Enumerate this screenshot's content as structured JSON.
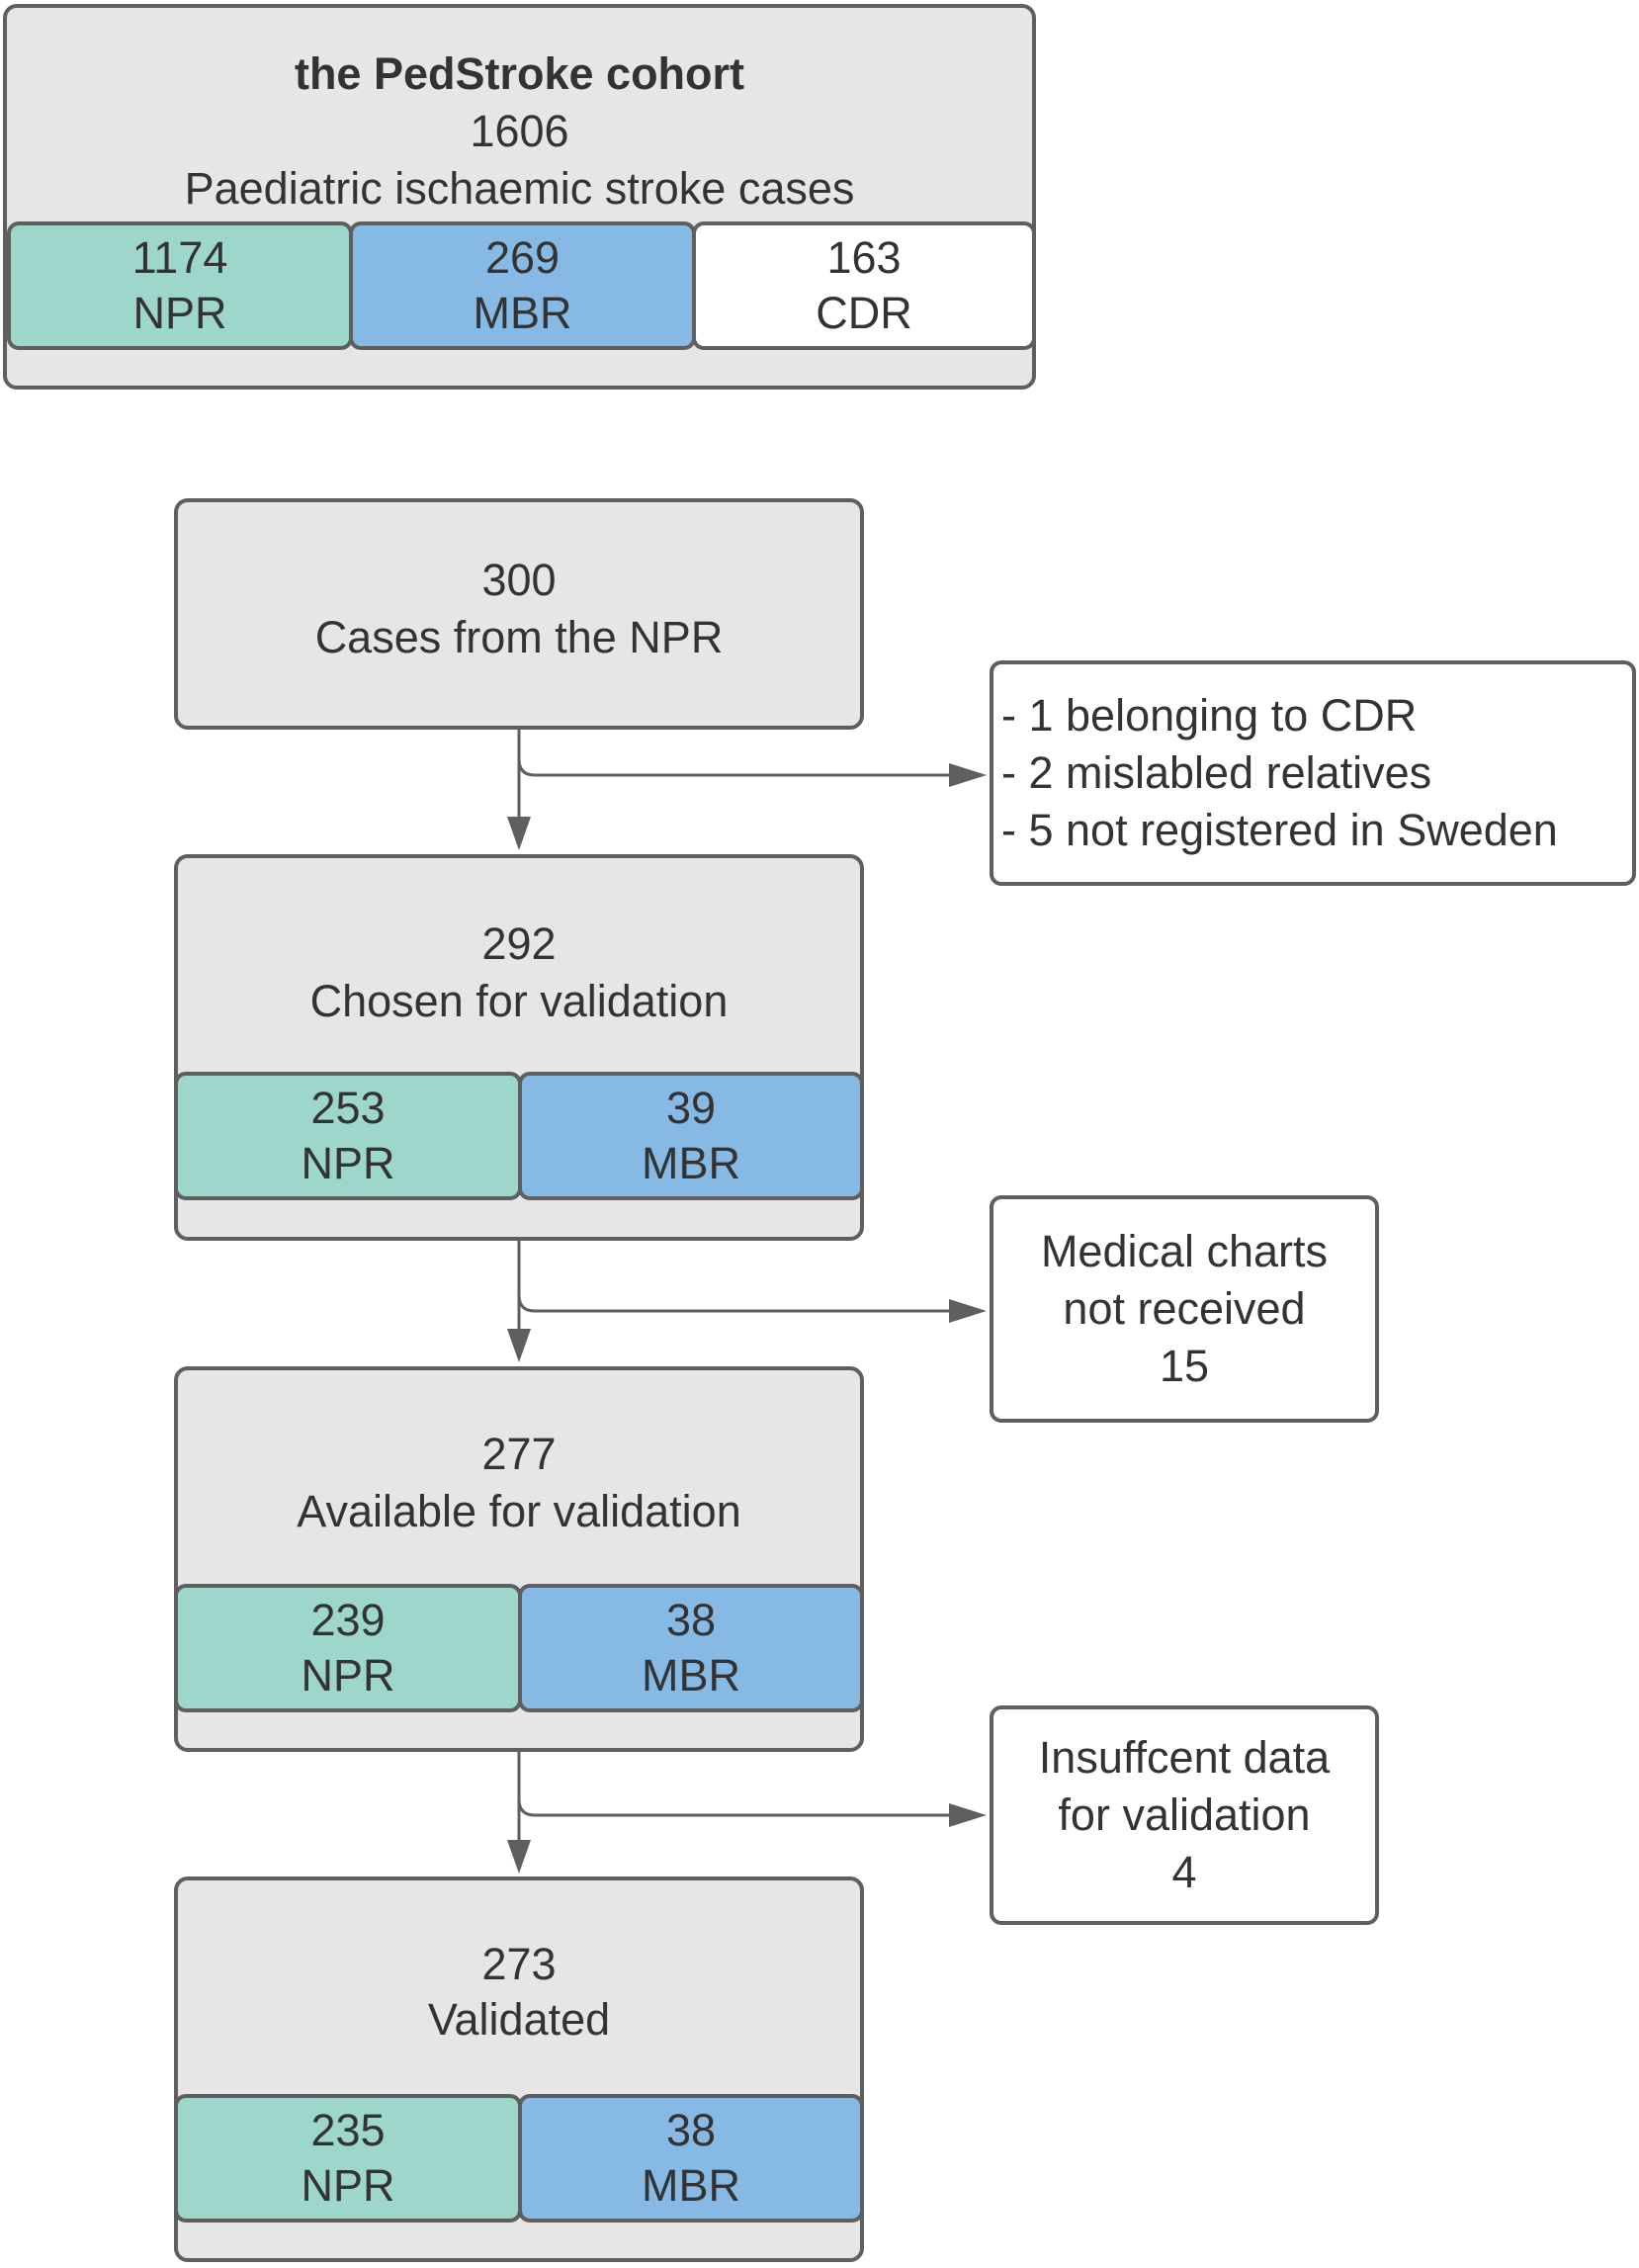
{
  "cohort": {
    "title": "the PedStroke cohort",
    "count": "1606",
    "description": "Paediatric ischaemic stroke cases",
    "npr": {
      "count": "1174",
      "label": "NPR"
    },
    "mbr": {
      "count": "269",
      "label": "MBR"
    },
    "cdr": {
      "count": "163",
      "label": "CDR"
    }
  },
  "step1": {
    "count": "300",
    "label": "Cases from the NPR"
  },
  "exclusion1": {
    "lines": [
      "- 1 belonging to CDR",
      "- 2 mislabled relatives",
      "- 5 not registered in Sweden"
    ]
  },
  "step2": {
    "count": "292",
    "label": "Chosen for validation",
    "npr": {
      "count": "253",
      "label": "NPR"
    },
    "mbr": {
      "count": "39",
      "label": "MBR"
    }
  },
  "exclusion2": {
    "lines": [
      "Medical charts",
      "not received",
      "15"
    ]
  },
  "step3": {
    "count": "277",
    "label": "Available for validation",
    "npr": {
      "count": "239",
      "label": "NPR"
    },
    "mbr": {
      "count": "38",
      "label": "MBR"
    }
  },
  "exclusion3": {
    "lines": [
      "Insuffcent data",
      "for validation",
      "4"
    ]
  },
  "step4": {
    "count": "273",
    "label": "Validated",
    "npr": {
      "count": "235",
      "label": "NPR"
    },
    "mbr": {
      "count": "38",
      "label": "MBR"
    }
  },
  "colors": {
    "npr": "#9dd6cb",
    "mbr": "#86b9e4",
    "cdr": "#ffffff",
    "box": "#e6e6e6",
    "border": "#5f5f5f"
  }
}
